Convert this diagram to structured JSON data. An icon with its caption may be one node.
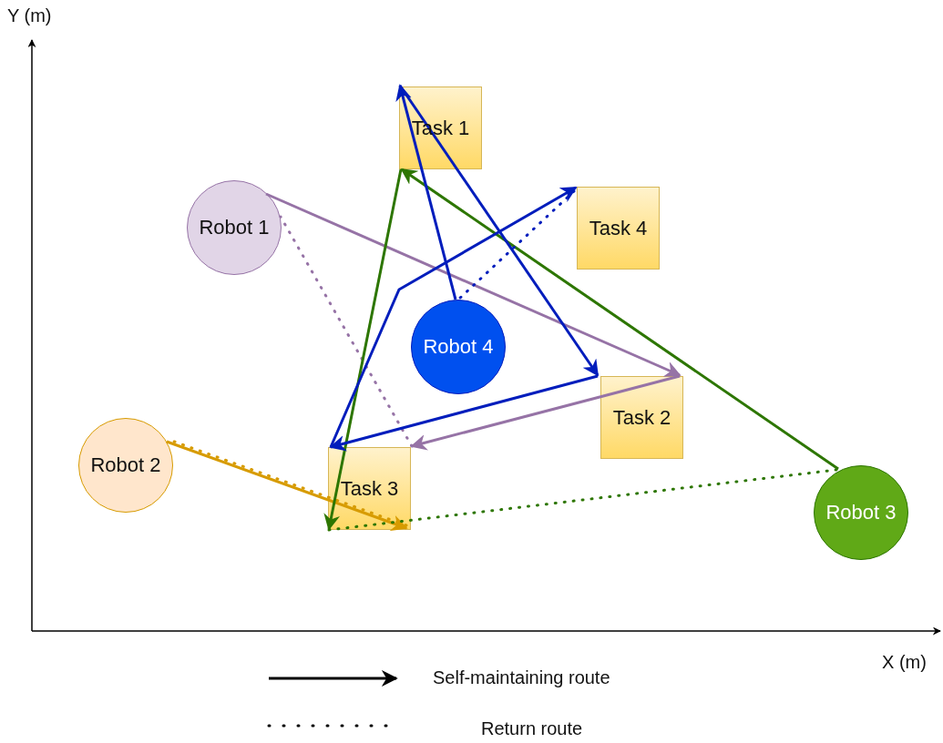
{
  "diagram": {
    "nodes": [
      {
        "text": [
          "Task 1"
        ]
      },
      {
        "text": [
          "Robot 1"
        ]
      },
      {
        "text": [
          "Task 4"
        ]
      },
      {
        "text": [
          "Robot 4"
        ]
      },
      {
        "text": [
          "Task 2"
        ]
      },
      {
        "text": [
          "Robot 2"
        ]
      },
      {
        "text": [
          "Task 3"
        ]
      },
      {
        "text": [
          "Robot 3"
        ]
      }
    ],
    "edges": [
      {
        "from": 1,
        "to": 4,
        "arrow": "to",
        "color": "#9673a6"
      },
      {
        "from": 4,
        "to": 6,
        "arrow": "to",
        "color": "#9673a6"
      },
      {
        "from": 6,
        "to": 1,
        "arrow": "none",
        "style": "dashed",
        "color": "#9673a6"
      },
      {
        "from": 5,
        "to": 6,
        "arrow": "to",
        "color": "#d79b00"
      },
      {
        "from": 6,
        "to": 5,
        "arrow": "none",
        "style": "dashed",
        "color": "#d79b00"
      },
      {
        "from": 7,
        "to": 0,
        "arrow": "to",
        "color": "#2d7600"
      },
      {
        "from": 0,
        "to": 6,
        "arrow": "to",
        "color": "#2d7600"
      },
      {
        "from": 6,
        "to": 7,
        "arrow": "none",
        "style": "dashed",
        "color": "#2d7600"
      },
      {
        "from": 3,
        "to": 0,
        "arrow": "to"
      },
      {
        "from": 0,
        "to": 4,
        "arrow": "to"
      },
      {
        "from": 4,
        "to": 6,
        "arrow": "to"
      },
      {
        "from": 6,
        "to": 2,
        "arrow": "to"
      },
      {
        "from": 2,
        "to": 3,
        "arrow": "none",
        "style": "dashed"
      }
    ],
    "labels": [
      "Y (m)",
      "X (m)"
    ],
    "legend": [
      {
        "text": "Self-maintaining route"
      },
      {
        "text": "Return route"
      }
    ]
  }
}
